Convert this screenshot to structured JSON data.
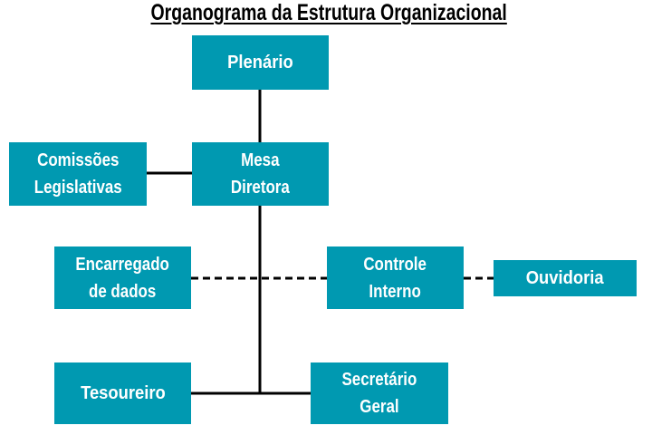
{
  "title": "Organograma da Estrutura Organizacional",
  "nodes": {
    "plenario": "Plenário",
    "mesa_l1": "Mesa",
    "mesa_l2": "Diretora",
    "comissoes_l1": "Comissões",
    "comissoes_l2": "Legislativas",
    "encarregado_l1": "Encarregado",
    "encarregado_l2": "de dados",
    "controle_l1": "Controle",
    "controle_l2": "Interno",
    "ouvidoria": "Ouvidoria",
    "tesoureiro": "Tesoureiro",
    "secretario_l1": "Secretário",
    "secretario_l2": "Geral"
  },
  "colors": {
    "box": "#0099b1",
    "line": "#000000"
  }
}
